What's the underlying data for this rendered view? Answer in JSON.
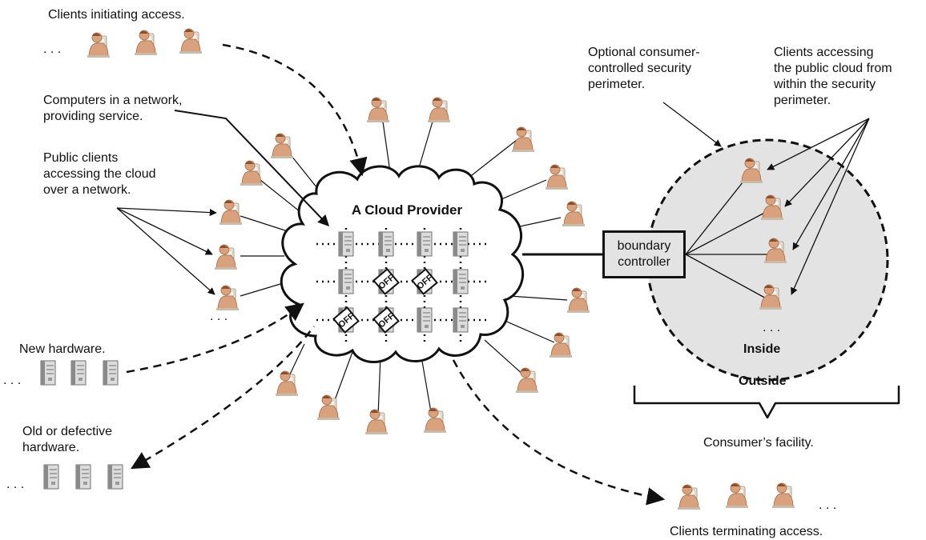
{
  "labels": {
    "clients_initiating": "Clients initiating access.",
    "computers_network": "Computers in a network,\nproviding service.",
    "public_clients": "Public clients\naccessing the cloud\nover a network.",
    "new_hardware": "New hardware.",
    "old_hardware": "Old or defective\nhardware.",
    "optional_perimeter": "Optional consumer-\ncontrolled security\nperimeter.",
    "clients_within": "Clients accessing\nthe public cloud from\nwithin the security\nperimeter.",
    "cloud_provider": "A Cloud Provider",
    "boundary_controller": "boundary\ncontroller",
    "inside": "Inside",
    "outside": "Outside",
    "consumer_facility": "Consumer’s facility.",
    "clients_terminating": "Clients terminating access.",
    "off": "OFF",
    "ellipsis": ". . ."
  },
  "icons": {
    "client": "person-at-computer-icon",
    "server": "server-tower-icon"
  },
  "colors": {
    "skin": "#d9a27e",
    "skin_dark": "#a9673f",
    "computer": "#ede4d8",
    "server_light": "#dcdcdc",
    "server_dark": "#8a8a8a",
    "perimeter_fill": "#e3e3e3",
    "ink": "#111111"
  }
}
